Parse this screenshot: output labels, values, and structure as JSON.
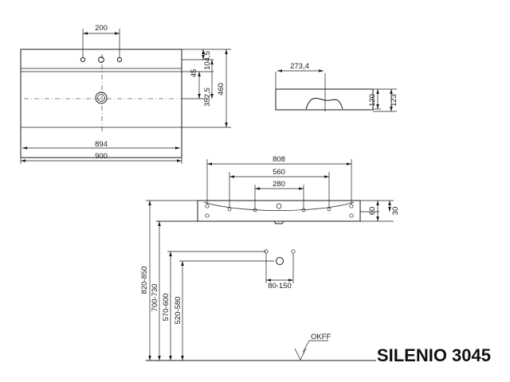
{
  "title": "SILENIO 3045",
  "top_view": {
    "dim_200": "200",
    "dim_104_5": "104,5",
    "dim_45": "45",
    "dim_352_5": "352,5",
    "dim_460": "460",
    "dim_894": "894",
    "dim_900": "900"
  },
  "side_view": {
    "dim_273_4": "273,4",
    "dim_120": "120",
    "dim_123": "123"
  },
  "front_view": {
    "dim_808": "808",
    "dim_560": "560",
    "dim_280": "280",
    "dim_60": "60",
    "dim_30": "30"
  },
  "install": {
    "dim_80_150": "80-150",
    "h_820_850": "820-850",
    "h_700_730": "700-730",
    "h_570_600": "570-600",
    "h_520_580": "520-580",
    "okff": "OKFF"
  }
}
